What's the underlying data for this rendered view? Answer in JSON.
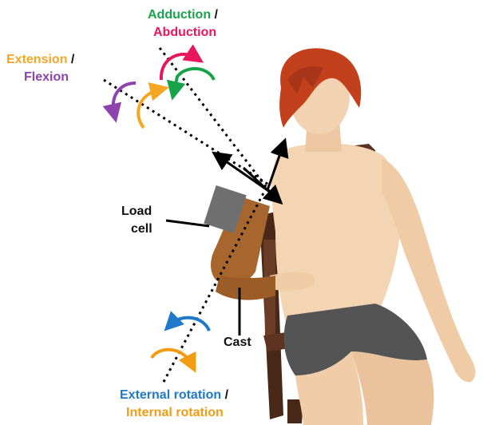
{
  "labels": {
    "adduction": "Adduction",
    "abduction": "Abduction",
    "extension": "Extension",
    "flexion": "Flexion",
    "slash": "/",
    "load": "Load",
    "cell": "cell",
    "cast": "Cast",
    "external_rotation": "External rotation",
    "internal_rotation": "Internal rotation"
  },
  "colors": {
    "adduction": "#16a34a",
    "abduction": "#e8175d",
    "extension": "#f5a623",
    "flexion": "#8e44ad",
    "external_rotation": "#1f78c8",
    "internal_rotation": "#f39c12",
    "cast": "#a8662f",
    "load_cell": "#6f6f6f",
    "hair": "#c2411c",
    "skin": "#f4d5b3",
    "shorts": "#545454",
    "chair": "#5a3220"
  }
}
